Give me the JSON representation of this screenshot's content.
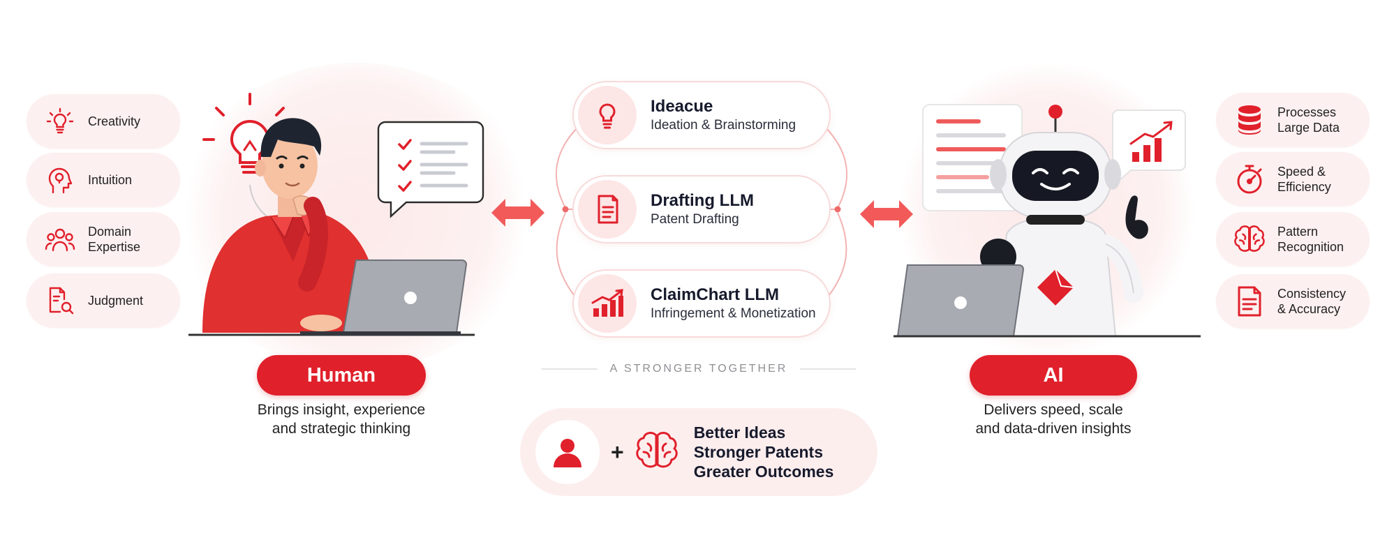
{
  "human_traits": [
    {
      "lines": [
        "Creativity"
      ],
      "icon": "lightbulb-icon"
    },
    {
      "lines": [
        "Intuition"
      ],
      "icon": "head-idea-icon"
    },
    {
      "lines": [
        "Domain",
        "Expertise"
      ],
      "icon": "team-icon"
    },
    {
      "lines": [
        "Judgment"
      ],
      "icon": "document-search-icon"
    }
  ],
  "ai_traits": [
    {
      "lines": [
        "Processes",
        "Large Data"
      ],
      "icon": "database-icon"
    },
    {
      "lines": [
        "Speed &",
        "Efficiency"
      ],
      "icon": "stopwatch-icon"
    },
    {
      "lines": [
        "Pattern",
        "Recognition"
      ],
      "icon": "brain-icon"
    },
    {
      "lines": [
        "Consistency",
        "& Accuracy"
      ],
      "icon": "document-icon"
    }
  ],
  "tools": [
    {
      "name": "Ideacue",
      "subtitle": "Ideation & Brainstorming",
      "icon": "lightbulb-icon"
    },
    {
      "name": "Drafting LLM",
      "subtitle": "Patent Drafting",
      "icon": "document-icon"
    },
    {
      "name": "ClaimChart LLM",
      "subtitle": "Infringement & Monetization",
      "icon": "growth-chart-icon"
    }
  ],
  "human": {
    "badge": "Human",
    "caption": [
      "Brings insight, experience",
      "and strategic thinking"
    ]
  },
  "ai": {
    "badge": "AI",
    "caption": [
      "Delivers speed, scale",
      "and data-driven insights"
    ]
  },
  "together_label": "A STRONGER TOGETHER",
  "outcome": {
    "plus": "+",
    "lines": [
      "Better Ideas",
      "Stronger Patents",
      "Greater Outcomes"
    ]
  },
  "colors": {
    "accent": "#e0202b",
    "pill_bg": "#fdf0f0",
    "card_border": "#f7dada",
    "text_dark": "#161a2c"
  }
}
